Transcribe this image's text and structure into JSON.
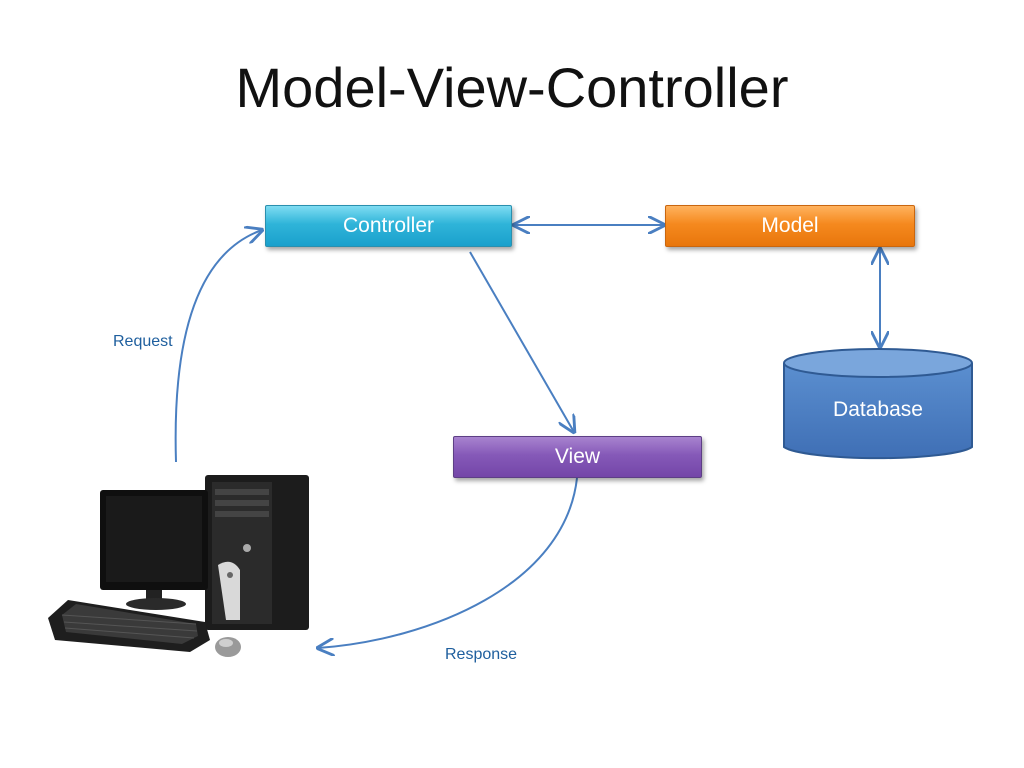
{
  "slide": {
    "title": "Model-View-Controller"
  },
  "nodes": {
    "controller": "Controller",
    "model": "Model",
    "view": "View",
    "database": "Database"
  },
  "edges": {
    "request": "Request",
    "response": "Response"
  },
  "colors": {
    "controller": "#2fb4d9",
    "model": "#f5891e",
    "view": "#8559b8",
    "database": "#4f81bd",
    "arrow": "#4a7fc1",
    "label_text": "#1f5f9e"
  },
  "icons": {
    "client": "desktop-computer-icon"
  }
}
